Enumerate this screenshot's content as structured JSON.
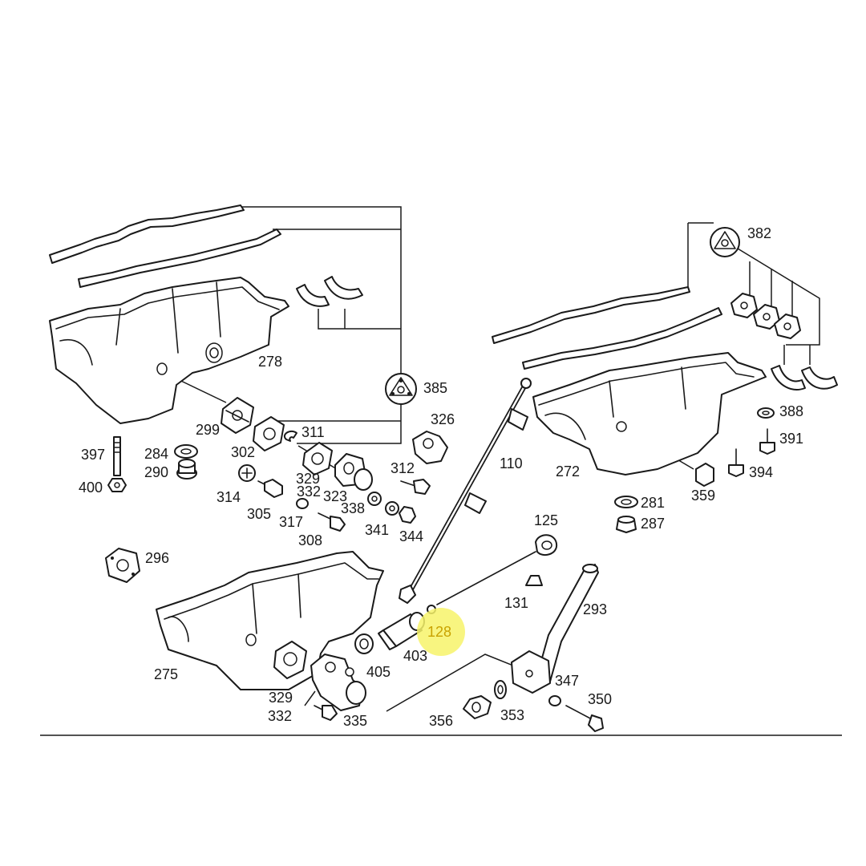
{
  "colors": {
    "line": "#1a1a1a",
    "background": "#ffffff",
    "highlight": "#f7f36a",
    "highlight_text": "#c9a200"
  },
  "highlighted_part": "128",
  "labels": {
    "l278": "278",
    "l385": "385",
    "l299": "299",
    "l311": "311",
    "l302": "302",
    "l326": "326",
    "l397": "397",
    "l284": "284",
    "l290": "290",
    "l400": "400",
    "l314": "314",
    "l305": "305",
    "l332a": "332",
    "l329a": "329",
    "l323": "323",
    "l338": "338",
    "l317": "317",
    "l308": "308",
    "l341": "341",
    "l344": "344",
    "l312": "312",
    "l110": "110",
    "l272": "272",
    "l382": "382",
    "l388": "388",
    "l391": "391",
    "l394": "394",
    "l359": "359",
    "l281": "281",
    "l287": "287",
    "l125": "125",
    "l131": "131",
    "l293": "293",
    "l128": "128",
    "l403": "403",
    "l405": "405",
    "l296": "296",
    "l275": "275",
    "l329b": "329",
    "l332b": "332",
    "l335": "335",
    "l347": "347",
    "l350": "350",
    "l353": "353",
    "l356": "356"
  }
}
